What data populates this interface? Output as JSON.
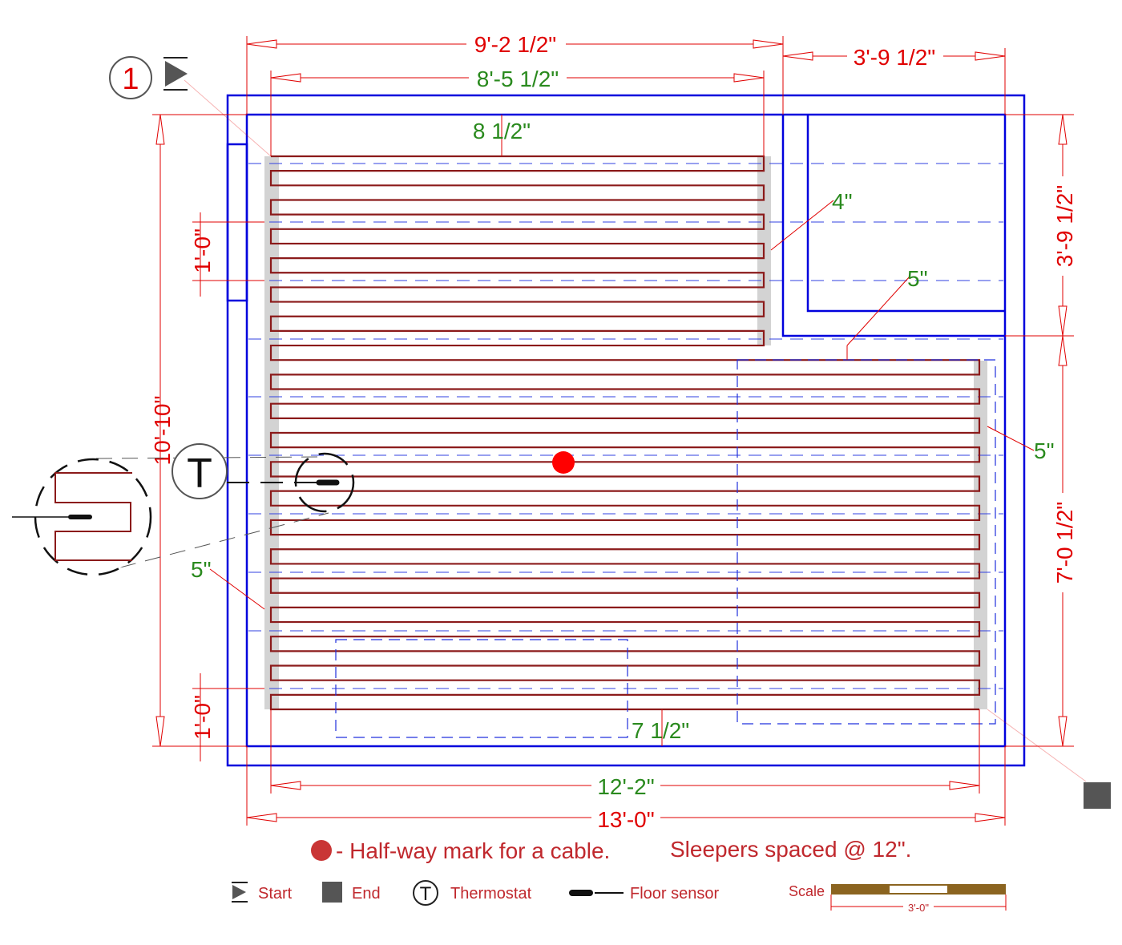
{
  "dimensions": {
    "top_overall": "9'-2 1/2\"",
    "top_closet": "3'-9 1/2\"",
    "top_cable": "8'-5 1/2\"",
    "top_offset": "8 1/2\"",
    "closet_gap": "4\"",
    "closet_offset": "5\"",
    "right_offset": "5\"",
    "left_offset": "5\"",
    "bottom_offset": "7 1/2\"",
    "left_height": "10'-10\"",
    "left_top_spacing": "1'-0\"",
    "left_bottom_spacing": "1'-0\"",
    "right_top": "3'-9 1/2\"",
    "right_bottom": "7'-0 1/2\"",
    "bottom_cable": "12'-2\"",
    "bottom_overall": "13'-0\""
  },
  "markers": {
    "start_number": "1",
    "thermostat_letter": "T"
  },
  "notes": {
    "halfway": "- Half-way mark for a cable.",
    "sleepers": "Sleepers spaced @ 12\"."
  },
  "legend": {
    "start": "Start",
    "end": "End",
    "thermostat": "Thermostat",
    "thermostat_letter": "T",
    "floor_sensor": "Floor sensor",
    "scale": "Scale",
    "scale_length": "3'-0\""
  },
  "colors": {
    "wall": "#0000dd",
    "cable": "#8b1a1a",
    "dim_red": "#e00000",
    "dim_green": "#2a8a1e",
    "sleeper": "#d3d3d3",
    "halfway_mark": "#ff0000"
  },
  "cable": {
    "runs": 39
  }
}
